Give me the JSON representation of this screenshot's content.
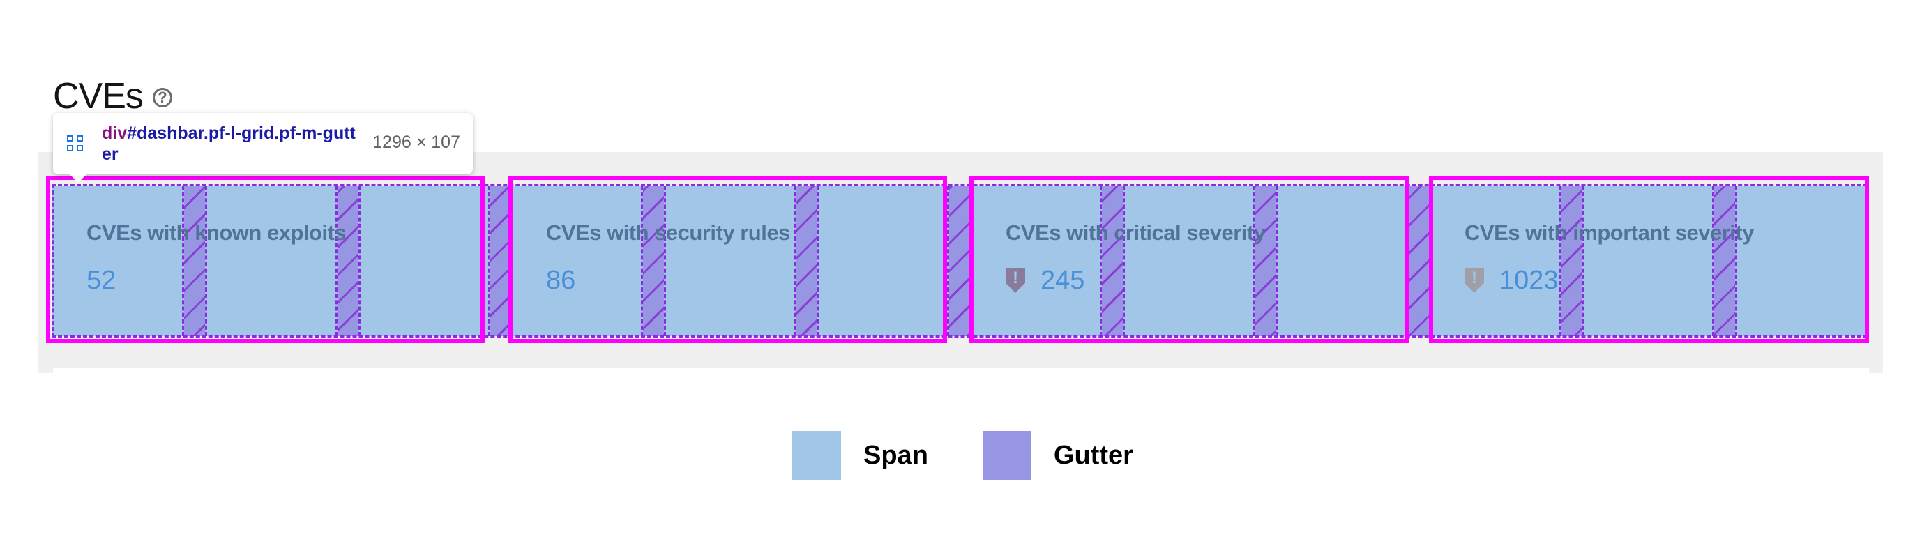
{
  "header": {
    "title": "CVEs",
    "help_icon": "question-circle-icon",
    "help_glyph": "?"
  },
  "inspector_tooltip": {
    "icon": "grid-layout-icon",
    "tag": "div",
    "selector": "#dashbar.pf-l-grid.pf-m-gutter",
    "dimensions": "1296 × 107"
  },
  "cards": [
    {
      "title": "CVEs with known exploits",
      "value": "52",
      "icon": null
    },
    {
      "title": "CVEs with security rules",
      "value": "86",
      "icon": null
    },
    {
      "title": "CVEs with critical severity",
      "value": "245",
      "icon": "shield-exclamation-icon",
      "icon_color": "#8a7a9c"
    },
    {
      "title": "CVEs with important severity",
      "value": "1023",
      "icon": "shield-exclamation-icon",
      "icon_color": "#a09ea6"
    }
  ],
  "legend": [
    {
      "label": "Span",
      "color": "#a2c6e8"
    },
    {
      "label": "Gutter",
      "color": "#9696e2"
    }
  ],
  "overlay_colors": {
    "span": "#a2c6e8",
    "gutter": "#9696e2",
    "highlight_border": "#ff00ff",
    "dashed_outline": "#8a2be2"
  }
}
